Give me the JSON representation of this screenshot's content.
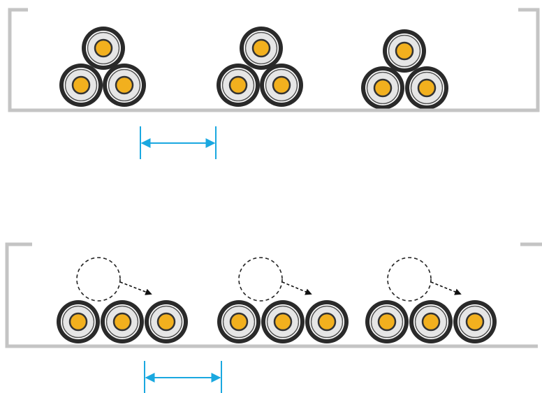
{
  "colors": {
    "tray": "#c4c4c4",
    "cable_outer": "#2a2a2a",
    "cable_ring": "#ffffff",
    "cable_insulation": "#e6e6e6",
    "cable_core": "#f2b01e",
    "cable_core_edge": "#333333",
    "dimension": "#1aa8e0",
    "ghost": "#222222"
  },
  "panels": [
    {
      "name": "trefoil-arrangement",
      "groups": [
        {
          "name": "trefoil-group-1",
          "cables": 3
        },
        {
          "name": "trefoil-group-2",
          "cables": 3
        },
        {
          "name": "trefoil-group-3",
          "cables": 3
        }
      ],
      "has_spacing_dimension": true
    },
    {
      "name": "flat-arrangement",
      "groups": [
        {
          "name": "flat-group-1",
          "cables": 3,
          "ghost_top_cable": true
        },
        {
          "name": "flat-group-2",
          "cables": 3,
          "ghost_top_cable": true
        },
        {
          "name": "flat-group-3",
          "cables": 3,
          "ghost_top_cable": true
        }
      ],
      "has_spacing_dimension": true
    }
  ]
}
